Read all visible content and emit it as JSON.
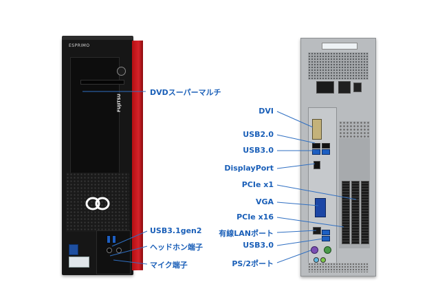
{
  "front": {
    "brand": "ESPRIMO",
    "maker": "FUJITSU",
    "labels": {
      "dvd": "DVDスーパーマルチ",
      "usb31": "USB3.1gen2",
      "headphone": "ヘッドホン端子",
      "mic": "マイク端子"
    }
  },
  "rear": {
    "labels": {
      "dvi": "DVI",
      "usb2": "USB2.0",
      "usb3_top": "USB3.0",
      "displayport": "DisplayPort",
      "pcie_x1": "PCIe x1",
      "vga": "VGA",
      "pcie_x16": "PCIe x16",
      "lan": "有線LANポート",
      "usb3_bottom": "USB3.0",
      "ps2": "PS/2ポート"
    }
  },
  "colors": {
    "label_text": "#1a5fb8",
    "leader_line": "#2f6fc2",
    "accent_red": "#d6232a",
    "usb3_blue": "#1d5fc2"
  }
}
